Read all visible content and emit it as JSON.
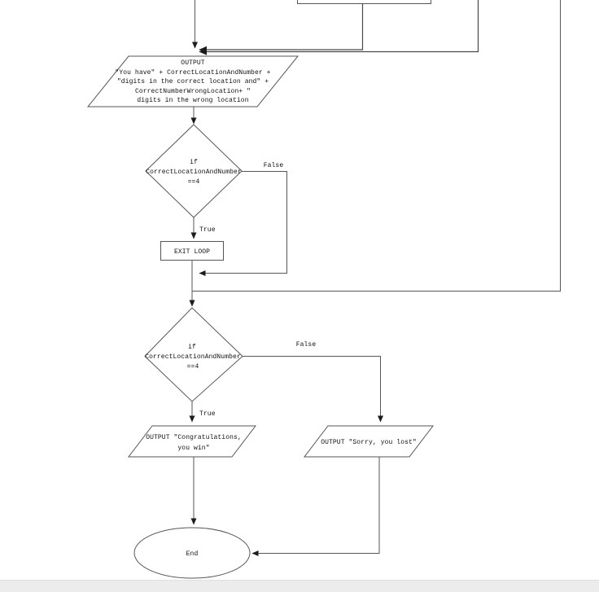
{
  "canvas": {
    "background": "#ffffff",
    "stroke_color": "#565656",
    "arrow_color": "#1c1c1c",
    "text_color": "#111111",
    "bottom_band_color": "#ececec"
  },
  "nodes": {
    "output_feedback": {
      "type": "parallelogram",
      "lines": [
        "OUTPUT",
        "\"You have\" + CorrectLocationAndNumber +",
        "\"digits in the correct location and\" +",
        "CorrectNumberWrongLocation+ \"",
        "digits in the wrong location"
      ]
    },
    "decision_loop": {
      "type": "decision",
      "lines": [
        "if",
        "CorrectLocationAndNumber",
        "==4"
      ]
    },
    "exit_loop": {
      "type": "process",
      "label": "EXIT LOOP"
    },
    "decision_win": {
      "type": "decision",
      "lines": [
        "if",
        "CorrectLocationAndNumber",
        "==4"
      ]
    },
    "output_win": {
      "type": "parallelogram",
      "lines": [
        "OUTPUT \"Congratulations,",
        "you win\""
      ]
    },
    "output_lose": {
      "type": "parallelogram",
      "lines": [
        "OUTPUT \"Sorry, you lost\""
      ]
    },
    "end_terminator": {
      "type": "terminator",
      "label": "End"
    }
  },
  "edge_labels": {
    "false_1": "False",
    "true_1": "True",
    "false_2": "False",
    "true_2": "True"
  }
}
